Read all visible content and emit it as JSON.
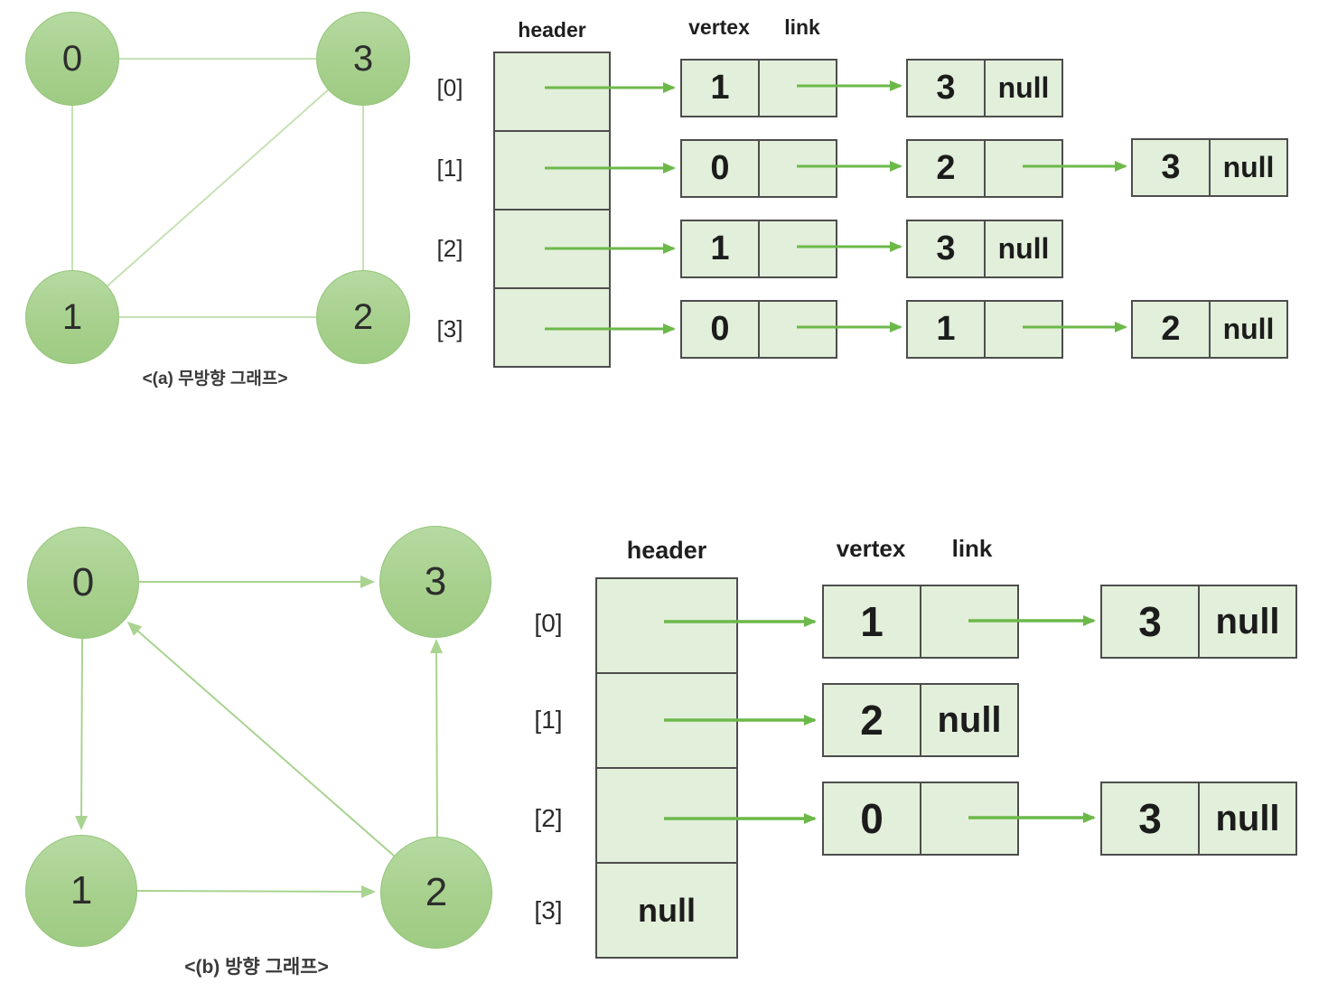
{
  "palette": {
    "background": "#ffffff",
    "node_fill_light": "#b6daa2",
    "node_fill_dark": "#9ecb83",
    "node_border": "#94c578",
    "edge_color_undirected": "#c6e1b4",
    "edge_color_directed": "#a9d391",
    "box_fill": "#e2efda",
    "box_border": "#4d4d4d",
    "list_arrow_color": "#6cb94a",
    "text_color": "#1c1c1c"
  },
  "diagram_a": {
    "caption": "<(a) 무방향 그래프>",
    "graph_type": "undirected",
    "graph": {
      "nodes": {
        "top_left": "0",
        "top_right": "3",
        "bottom_left": "1",
        "bottom_right": "2"
      },
      "edges": [
        "0–3",
        "0–1",
        "1–3",
        "1–2",
        "2–3"
      ]
    },
    "list": {
      "header_label": "header",
      "vertex_label": "vertex",
      "link_label": "link",
      "header_cells": [
        "",
        "",
        "",
        ""
      ],
      "rows": [
        {
          "index": "[0]",
          "nodes": [
            {
              "vertex": "1",
              "link": ""
            },
            {
              "vertex": "3",
              "link": "null"
            }
          ]
        },
        {
          "index": "[1]",
          "nodes": [
            {
              "vertex": "0",
              "link": ""
            },
            {
              "vertex": "2",
              "link": ""
            },
            {
              "vertex": "3",
              "link": "null"
            }
          ]
        },
        {
          "index": "[2]",
          "nodes": [
            {
              "vertex": "1",
              "link": ""
            },
            {
              "vertex": "3",
              "link": "null"
            }
          ]
        },
        {
          "index": "[3]",
          "nodes": [
            {
              "vertex": "0",
              "link": ""
            },
            {
              "vertex": "1",
              "link": ""
            },
            {
              "vertex": "2",
              "link": "null"
            }
          ]
        }
      ]
    }
  },
  "diagram_b": {
    "caption": "<(b) 방향 그래프>",
    "graph_type": "directed",
    "graph": {
      "nodes": {
        "top_left": "0",
        "top_right": "3",
        "bottom_left": "1",
        "bottom_right": "2"
      },
      "edges": [
        "0→3",
        "0→1",
        "1→2",
        "2→0",
        "2→3"
      ]
    },
    "list": {
      "header_label": "header",
      "vertex_label": "vertex",
      "link_label": "link",
      "header_cells": [
        "",
        "",
        "",
        "null"
      ],
      "rows": [
        {
          "index": "[0]",
          "nodes": [
            {
              "vertex": "1",
              "link": ""
            },
            {
              "vertex": "3",
              "link": "null"
            }
          ]
        },
        {
          "index": "[1]",
          "nodes": [
            {
              "vertex": "2",
              "link": "null"
            }
          ]
        },
        {
          "index": "[2]",
          "nodes": [
            {
              "vertex": "0",
              "link": ""
            },
            {
              "vertex": "3",
              "link": "null"
            }
          ]
        },
        {
          "index": "[3]",
          "nodes": []
        }
      ]
    }
  }
}
